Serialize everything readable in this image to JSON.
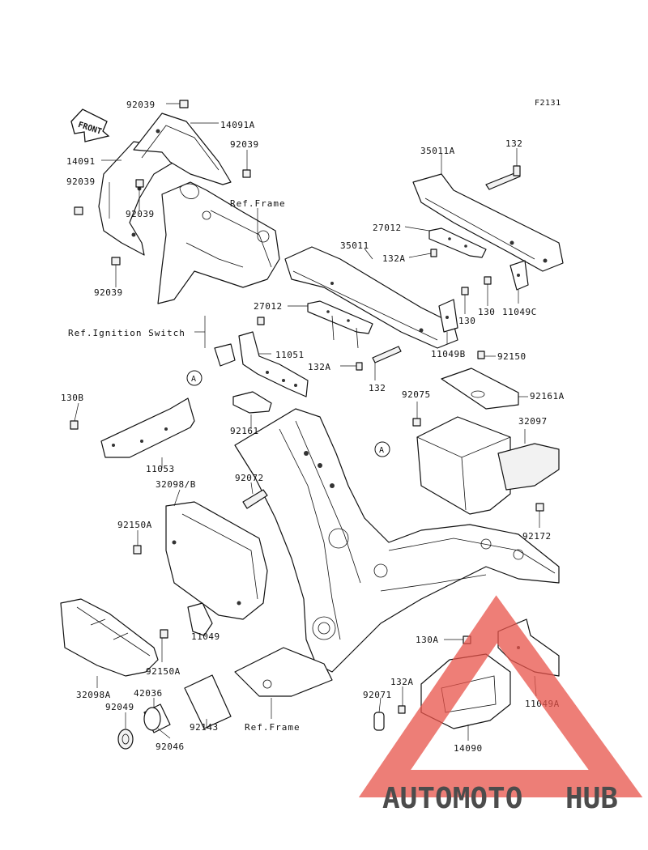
{
  "figure_code": "F2131",
  "front_label": "FRONT",
  "callout_letter": "A",
  "references": {
    "frame_top": "Ref.Frame",
    "frame_bottom": "Ref.Frame",
    "ignition_switch": "Ref.Ignition Switch"
  },
  "part_labels": {
    "p92039_a": "92039",
    "p14091A": "14091A",
    "p92039_b": "92039",
    "p14091": "14091",
    "p92039_c": "92039",
    "p92039_d": "92039",
    "p92039_e": "92039",
    "p35011A": "35011A",
    "p132_a": "132",
    "p27012_a": "27012",
    "p35011": "35011",
    "p132A_a": "132A",
    "p130_a": "130",
    "p11049C": "11049C",
    "p130_b": "130",
    "p27012_b": "27012",
    "p11051": "11051",
    "p11049B": "11049B",
    "p92150": "92150",
    "p132A_b": "132A",
    "p132_b": "132",
    "p92075": "92075",
    "p92161A": "92161A",
    "p130B": "130B",
    "p92161": "92161",
    "p32097": "32097",
    "p11053": "11053",
    "p32098B": "32098/B",
    "p92072": "92072",
    "p92150A_a": "92150A",
    "p92172": "92172",
    "p130A": "130A",
    "p11049": "11049",
    "p92150A_b": "92150A",
    "p132A_c": "132A",
    "p92071": "92071",
    "p11049A": "11049A",
    "p32098A": "32098A",
    "p42036": "42036",
    "p92049": "92049",
    "p92143": "92143",
    "p92046": "92046",
    "p14090": "14090"
  },
  "watermark": {
    "text_part1": "AUTOMOTO",
    "text_part2": "HUB",
    "color_primary": "#e8534a",
    "color_secondary": "#f2b84b",
    "color_dark": "#4a4a4a"
  }
}
